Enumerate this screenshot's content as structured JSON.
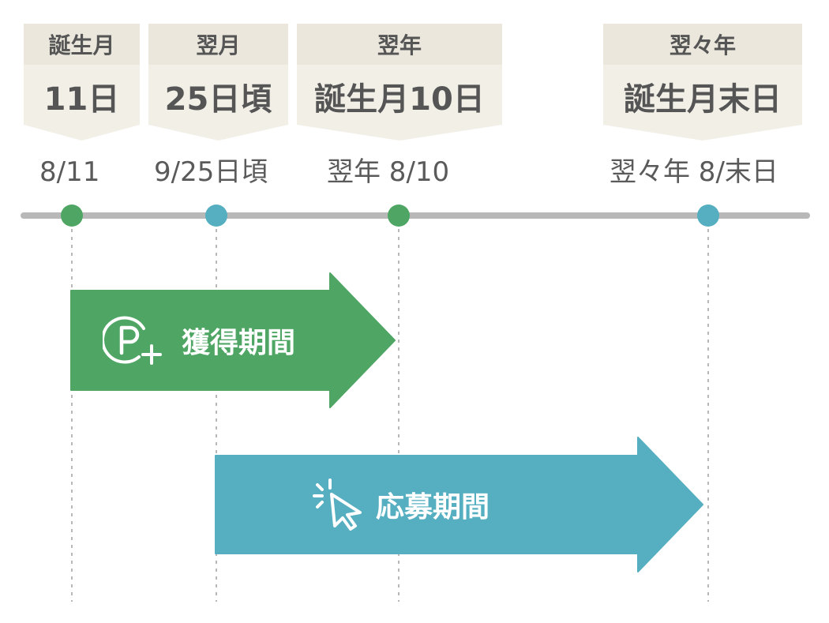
{
  "colors": {
    "card_bg": "#f2efe7",
    "card_top_bg": "#ebe7dd",
    "timeline": "#b8b8b8",
    "green": "#4fa664",
    "blue": "#55afc1",
    "guide": "#b8b8b8",
    "text": "#555555"
  },
  "cards": [
    {
      "top": "誕生月",
      "main": "11日"
    },
    {
      "top": "翌月",
      "main": "25日頃"
    },
    {
      "top": "翌年",
      "main": "誕生月10日"
    },
    {
      "top": "翌々年",
      "main": "誕生月末日"
    }
  ],
  "dates": [
    {
      "label": "8/11",
      "dot": "green"
    },
    {
      "label": "9/25日頃",
      "dot": "blue"
    },
    {
      "label": "翌年 8/10",
      "dot": "green"
    },
    {
      "label": "翌々年 8/末日",
      "dot": "blue"
    }
  ],
  "periods": {
    "earn": {
      "label": "獲得期間",
      "icon": "point-plus-icon",
      "color": "green"
    },
    "apply": {
      "label": "応募期間",
      "icon": "cursor-click-icon",
      "color": "blue"
    }
  }
}
